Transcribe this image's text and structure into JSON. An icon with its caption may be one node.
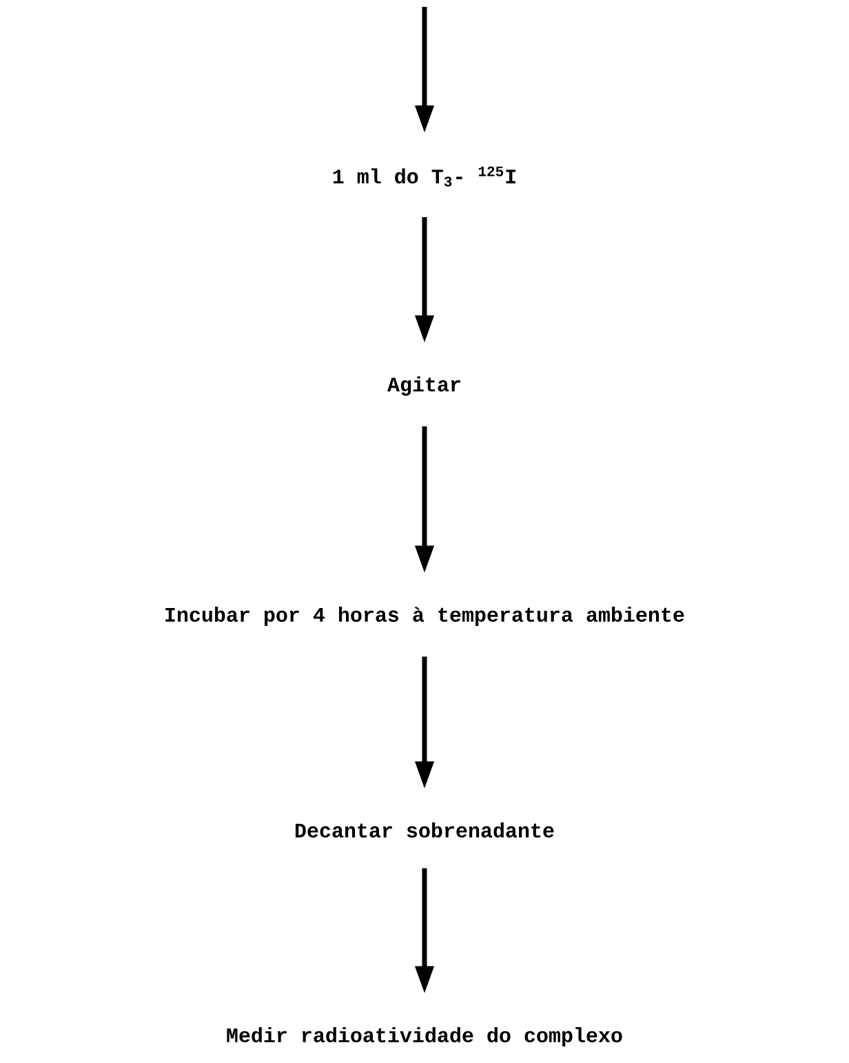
{
  "diagram": {
    "nodes": [
      {
        "text": [
          "1 ml do T$_{3}$- $^{125}$I"
        ]
      },
      {
        "text": [
          "Agitar"
        ]
      },
      {
        "text": [
          "Incubar por 4 horas à temperatura ambiente"
        ]
      },
      {
        "text": [
          "Decantar sobrenadante"
        ]
      },
      {
        "text": [
          "Medir radioatividade do complexo"
        ]
      }
    ],
    "edges": [
      {
        "from": null,
        "to": 0,
        "arrow": "to"
      },
      {
        "from": 0,
        "to": 1,
        "arrow": "to"
      },
      {
        "from": 1,
        "to": 2,
        "arrow": "to"
      },
      {
        "from": 2,
        "to": 3,
        "arrow": "to"
      },
      {
        "from": 3,
        "to": 4,
        "arrow": "to"
      }
    ]
  }
}
